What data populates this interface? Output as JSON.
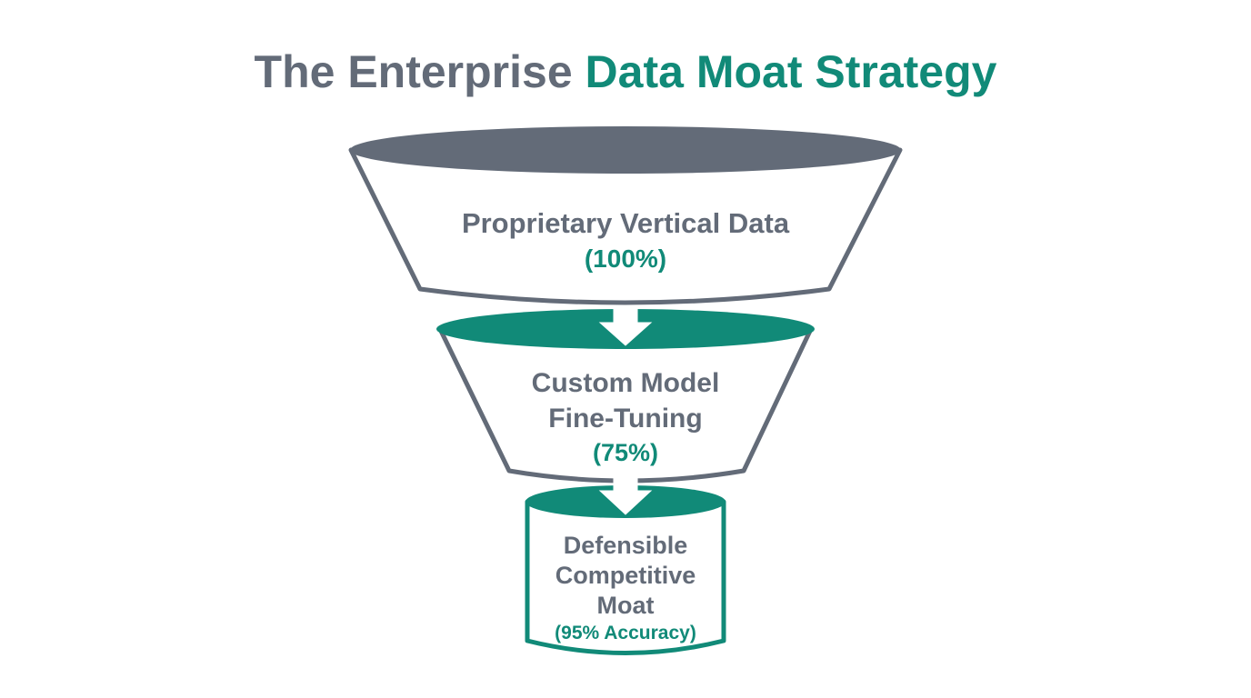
{
  "title": {
    "part1": "The Enterprise ",
    "part2": "Data Moat Strategy"
  },
  "stages": [
    {
      "lines": [
        "Proprietary Vertical Data"
      ],
      "value": "(100%)"
    },
    {
      "lines": [
        "Custom Model",
        "Fine-Tuning"
      ],
      "value": "(75%)"
    },
    {
      "lines": [
        "Defensible",
        "Competitive",
        "Moat"
      ],
      "value": "(95% Accuracy)"
    }
  ],
  "colors": {
    "gray": "#636b78",
    "teal": "#118a78",
    "background": "#ffffff"
  }
}
